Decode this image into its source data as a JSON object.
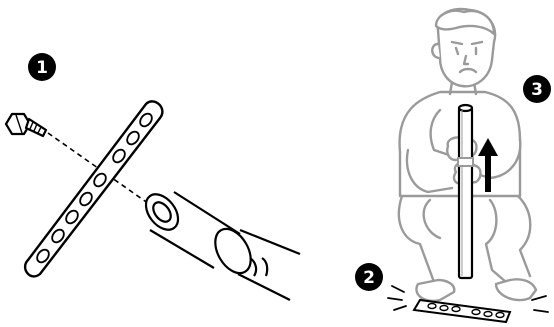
{
  "steps": [
    {
      "number": "1",
      "name": "attach-bolt-bracket"
    },
    {
      "number": "2",
      "name": "stand-on-plate"
    },
    {
      "number": "3",
      "name": "pull-pipe-upward"
    }
  ],
  "icons": {
    "bolt": "bolt-icon",
    "bracket": "perforated-bracket-icon",
    "pipe": "pipe-icon",
    "person": "person-icon",
    "arrow": "up-arrow-icon",
    "plate": "foot-plate-icon"
  },
  "colors": {
    "ink": "#000000",
    "figure": "#9a9a9a",
    "background": "#ffffff"
  }
}
